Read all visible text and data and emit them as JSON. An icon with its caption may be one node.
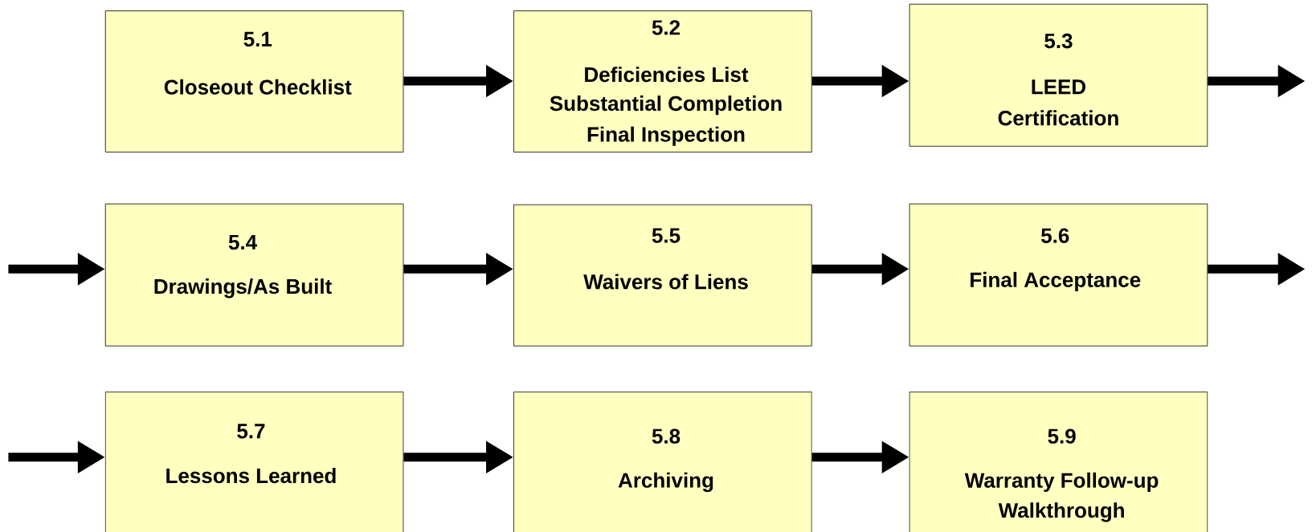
{
  "diagram": {
    "nodes": [
      {
        "text": [
          "5.1",
          "Closeout Checklist"
        ]
      },
      {
        "text": [
          "5.2",
          "Deficiencies List",
          "Substantial Completion",
          "Final Inspection"
        ]
      },
      {
        "text": [
          "5.3",
          "LEED",
          "Certification"
        ]
      },
      {
        "text": [
          "5.4",
          "Drawings/As Built"
        ]
      },
      {
        "text": [
          "5.5",
          "Waivers of Liens"
        ]
      },
      {
        "text": [
          "5.6",
          "Final Acceptance"
        ]
      },
      {
        "text": [
          "5.7",
          "Lessons Learned"
        ]
      },
      {
        "text": [
          "5.8",
          "Archiving"
        ]
      },
      {
        "text": [
          "5.9",
          "Warranty Follow-up",
          "Walkthrough"
        ]
      }
    ],
    "edges": [
      {
        "from": 0,
        "to": 1,
        "arrow": "to"
      },
      {
        "from": 1,
        "to": 2,
        "arrow": "to"
      },
      {
        "from": 2,
        "to": null,
        "arrow": "to"
      },
      {
        "from": null,
        "to": 3,
        "arrow": "to"
      },
      {
        "from": 3,
        "to": 4,
        "arrow": "to"
      },
      {
        "from": 4,
        "to": 5,
        "arrow": "to"
      },
      {
        "from": 5,
        "to": null,
        "arrow": "to"
      },
      {
        "from": null,
        "to": 6,
        "arrow": "to"
      },
      {
        "from": 6,
        "to": 7,
        "arrow": "to"
      },
      {
        "from": 7,
        "to": 8,
        "arrow": "to"
      }
    ]
  }
}
